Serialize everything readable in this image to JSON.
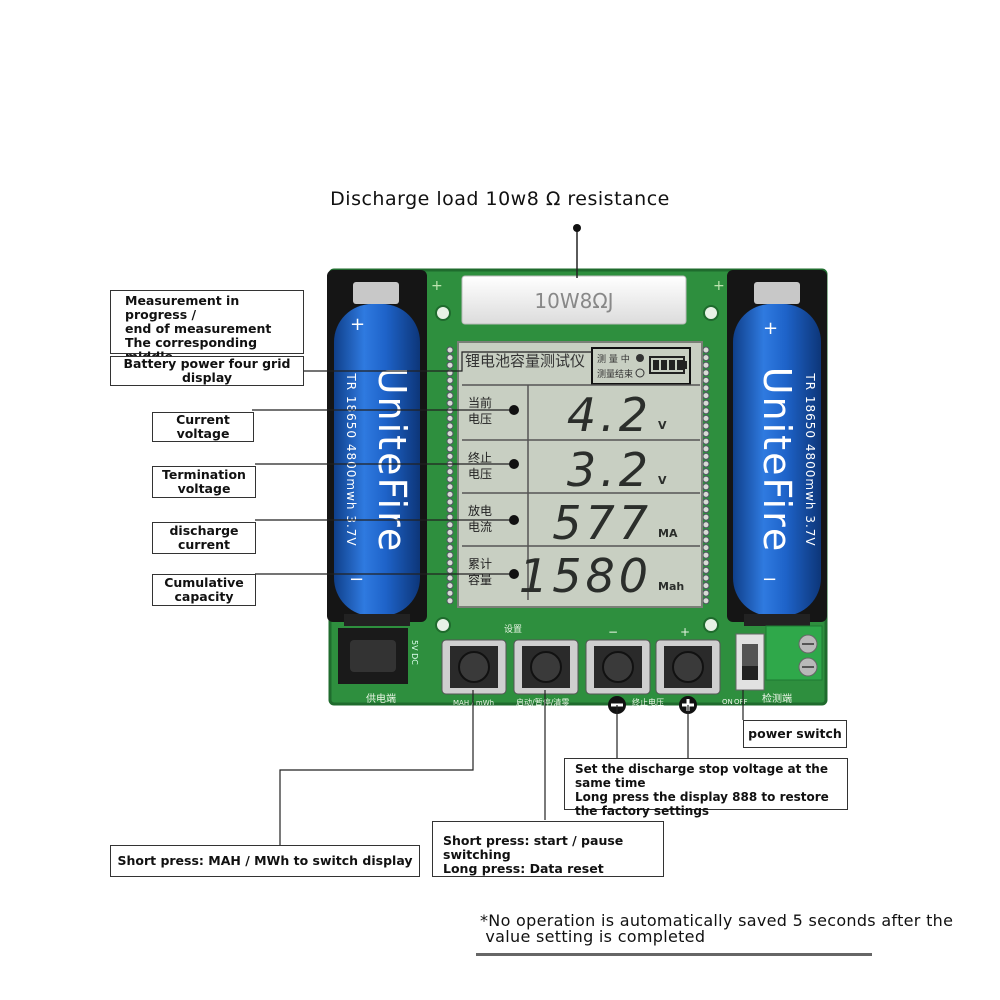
{
  "title": "Discharge load 10w8 Ω resistance",
  "resistor_label": "10W8ΩJ",
  "lcd": {
    "header": "锂电池容量测试仪",
    "status_top": "测 量 中",
    "status_bottom": "测量结束",
    "battery_bars": 4,
    "rows": [
      {
        "label_line1": "当前",
        "label_line2": "电压",
        "value": "4.2",
        "unit": "V"
      },
      {
        "label_line1": "终止",
        "label_line2": "电压",
        "value": "3.2",
        "unit": "V"
      },
      {
        "label_line1": "放电",
        "label_line2": "电流",
        "value": "577",
        "unit": "MA"
      },
      {
        "label_line1": "累计",
        "label_line2": "容量",
        "value": "1580",
        "unit": "Mah"
      }
    ]
  },
  "battery": {
    "brand": "UniteFire",
    "spec": "TR 18650 4800mwh 3.7V",
    "plus": "+",
    "minus": "−"
  },
  "board_labels": {
    "power_terminal": "供电端",
    "detect_terminal": "检测端",
    "setup": "设置",
    "minus_key": "−",
    "plus_key": "+",
    "btn1_caption": "MAH / mWh",
    "btn2_caption": "启动/暂停/清零",
    "btn3_caption": "终止电压",
    "dc_jack": "5V DC",
    "switch_on": "ON",
    "switch_off": "OFF"
  },
  "callouts": {
    "status": "Measurement in progress /\nend of measurement\nThe corresponding middle\ncircle is on",
    "battery_grid": "Battery power four grid display",
    "current_voltage": "Current voltage",
    "termination_voltage": "Termination\nvoltage",
    "discharge_current": "discharge\ncurrent",
    "cumulative_capacity": "Cumulative\ncapacity",
    "power_switch": "power switch",
    "stop_voltage": "Set the discharge stop voltage at the same time\nLong press the display 888 to restore\nthe factory settings",
    "start_pause": "Short press: start / pause switching\nLong press: Data reset",
    "mah_switch": "Short press: MAH / MWh to switch display"
  },
  "footnote": "*No operation is automatically saved 5 seconds after the\n value setting is completed",
  "colors": {
    "pcb": "#2e8f3e",
    "pcb_dark": "#1f6b2d",
    "battery_blue": "#1e63c9",
    "lcd_bg": "#c5ccbf",
    "lcd_seg": "#2b2e2b",
    "button_base": "#d9d9d9",
    "terminal_green": "#2fa84a"
  }
}
